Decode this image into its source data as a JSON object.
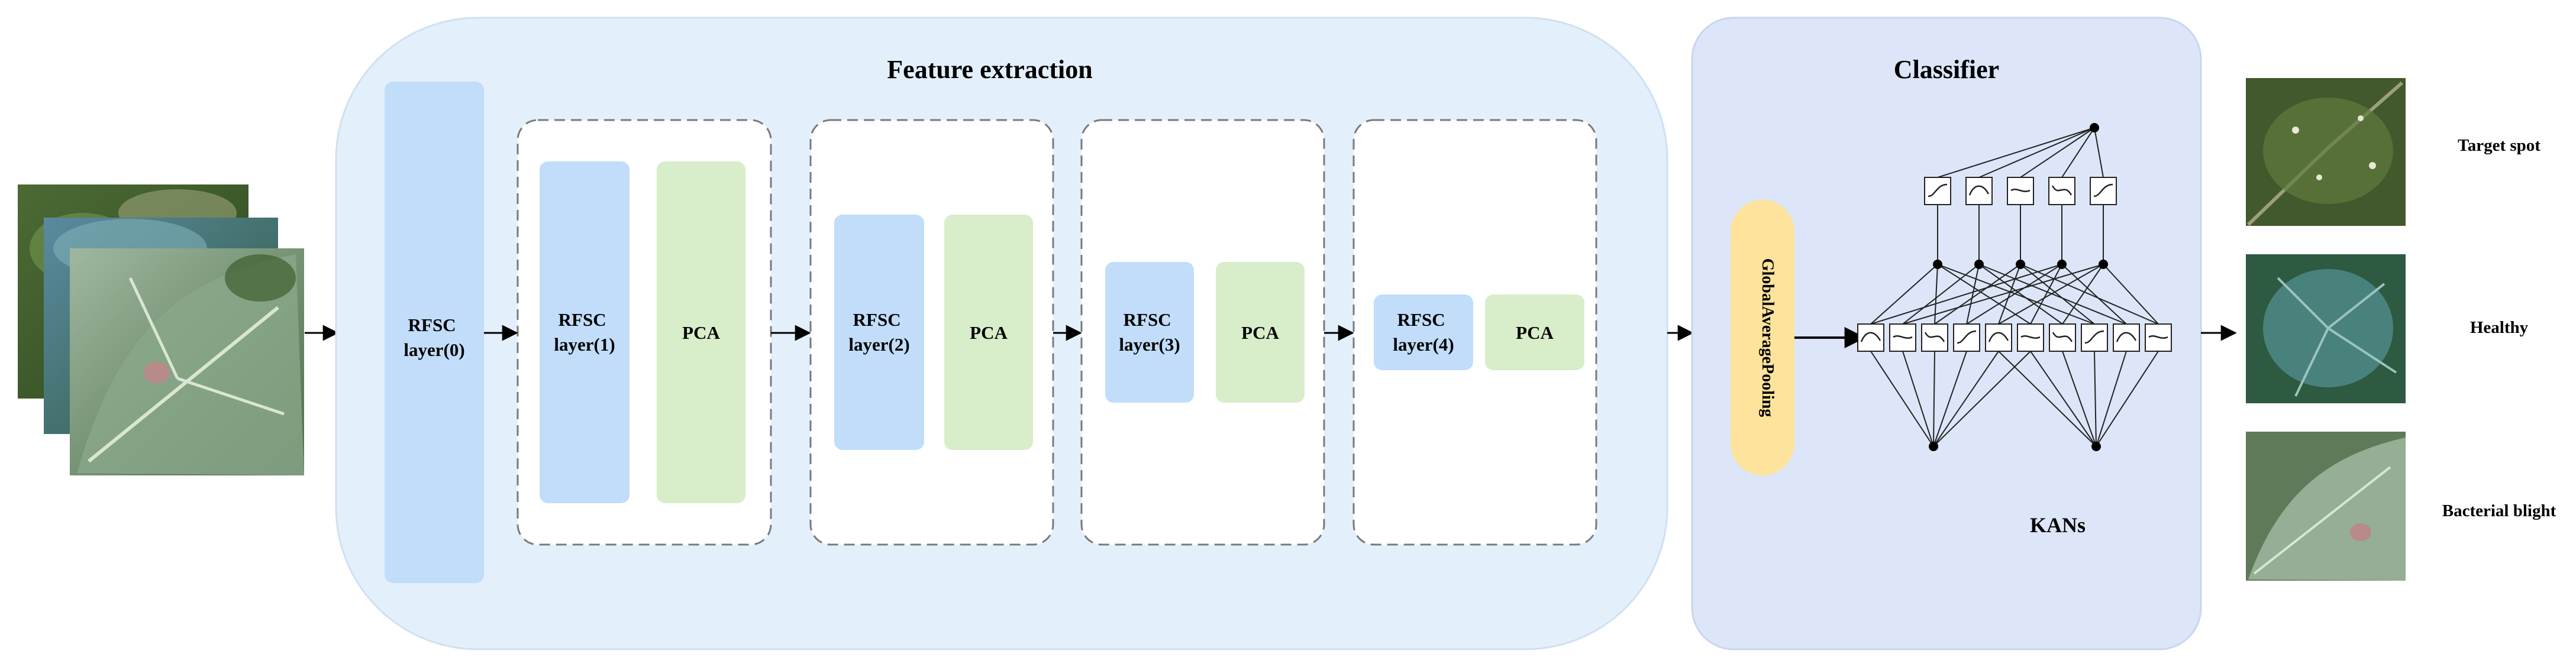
{
  "feature_extraction": {
    "title": "Feature extraction",
    "layer0": [
      "RFSC",
      "layer(0)"
    ],
    "stages": [
      {
        "rfsc": [
          "RFSC",
          "layer(1)"
        ],
        "pca": "PCA"
      },
      {
        "rfsc": [
          "RFSC",
          "layer(2)"
        ],
        "pca": "PCA"
      },
      {
        "rfsc": [
          "RFSC",
          "layer(3)"
        ],
        "pca": "PCA"
      },
      {
        "rfsc": [
          "RFSC",
          "layer(4)"
        ],
        "pca": "PCA"
      }
    ]
  },
  "classifier": {
    "title": "Classifier",
    "pooling": "GlobalAveragePooling",
    "network_label": "KANs"
  },
  "outputs": [
    {
      "label": "Target spot"
    },
    {
      "label": "Healthy"
    },
    {
      "label": "Bacterial blight"
    }
  ],
  "colors": {
    "feature_panel": "#E3F0FC",
    "classifier_panel": "#DCE6F8",
    "rfsc_block": "#C1DDFA",
    "pca_block": "#D8EDC9",
    "pooling_block": "#FDE39B",
    "leaf_dark": "#3E5E2E",
    "leaf_light": "#7A9B6E"
  }
}
